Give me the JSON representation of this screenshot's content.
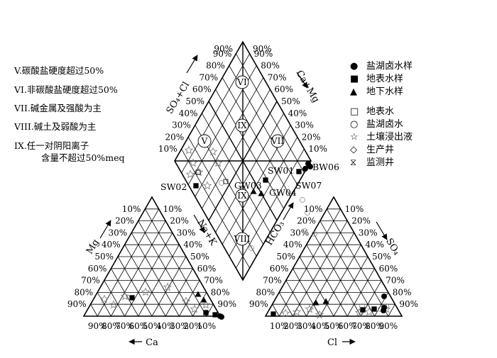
{
  "definitions": [
    "V.碳酸盐硬度超过50%",
    "VI.非碳酸盐硬度超过50%",
    "VII.碱金属及强酸为主",
    "VIII.碱土及弱酸为主",
    "IX.任一对阴阳离子",
    "含量不超过50%meq"
  ],
  "legend": {
    "solid": [
      {
        "symbol": "●",
        "label": "盐湖卤水样"
      },
      {
        "symbol": "■",
        "label": "地表水样"
      },
      {
        "symbol": "▲",
        "label": "地下水样"
      }
    ],
    "open": [
      {
        "symbol": "□",
        "label": "地表水"
      },
      {
        "symbol": "○",
        "label": "盐湖卤水"
      },
      {
        "symbol": "☆",
        "label": "土壤浸出液"
      },
      {
        "symbol": "◇",
        "label": "生产井"
      },
      {
        "symbol": "⧖",
        "label": "监测井"
      }
    ]
  },
  "axes": {
    "diamond_left": "SO₄+Cl",
    "diamond_right": "Ca+Mg",
    "cation_left": "Mg",
    "cation_right": "Na+K",
    "cation_bottom": "Ca",
    "anion_left": "HCO₃",
    "anion_right": "SO₄",
    "anion_bottom": "Cl"
  },
  "zones": [
    "VI",
    "IX",
    "V",
    "VII",
    "IX",
    "VIII"
  ],
  "sample_labels": [
    "BW06",
    "SW01",
    "SW07",
    "SW02",
    "GW03",
    "GW04"
  ],
  "ticks": {
    "descending": [
      "90%",
      "80%",
      "70%",
      "60%",
      "50%",
      "40%",
      "30%",
      "20%",
      "10%"
    ],
    "ascending": [
      "10%",
      "20%",
      "30%",
      "40%",
      "50%",
      "60%",
      "70%",
      "80%",
      "90%"
    ]
  }
}
